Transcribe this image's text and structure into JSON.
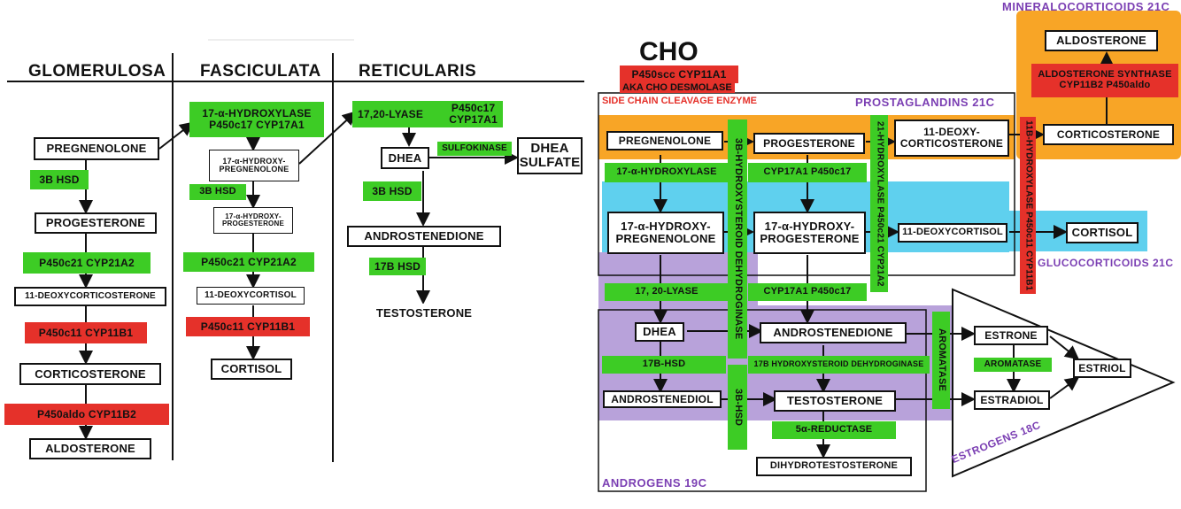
{
  "left": {
    "headers": [
      "GLOMERULOSA",
      "FASCICULATA",
      "RETICULARIS"
    ],
    "glomerulosa": {
      "pregnenolone": "PREGNENOLONE",
      "hsd": "3B HSD",
      "progesterone": "PROGESTERONE",
      "p450c21": "P450c21   CYP21A2",
      "deoxycorticosterone": "11-DEOXYCORTICOSTERONE",
      "p450c11": "P450c11   CYP11B1",
      "corticosterone": "CORTICOSTERONE",
      "p450aldo": "P450aldo   CYP11B2",
      "aldosterone": "ALDOSTERONE"
    },
    "fasciculata": {
      "hydroxylase": "17-α-HYDROXYLASE\nP450c17  CYP17A1",
      "hydroxypreg": "17-α-HYDROXY-\nPREGNENOLONE",
      "hsd": "3B HSD",
      "hydroxyprog": "17-α-HYDROXY-\nPROGESTERONE",
      "p450c21": "P450c21  CYP21A2",
      "deoxycortisol": "11-DEOXYCORTISOL",
      "p450c11": "P450c11   CYP11B1",
      "cortisol": "CORTISOL"
    },
    "reticularis": {
      "lyase": "17,20-LYASE",
      "lyase_enzyme": "P450c17\nCYP17A1",
      "dhea": "DHEA",
      "sulfokinase": "SULFOKINASE",
      "dhea_sulfate": "DHEA\nSULFATE",
      "hsd": "3B HSD",
      "androstenedione": "ANDROSTENEDIONE",
      "hsd17": "17B HSD",
      "testosterone": "TESTOSTERONE"
    }
  },
  "right": {
    "cho": "CHO",
    "p450scc": "P450scc  CYP11A1",
    "aka": "AKA CHO DESMOLASE",
    "scc": "SIDE CHAIN CLEAVAGE ENZYME",
    "prostaglandins": "PROSTAGLANDINS 21C",
    "mineralocorticoids": "MINERALOCORTICOIDS 21C",
    "glucocorticoids": "GLUCOCORTICOIDS 21C",
    "androgens": "ANDROGENS 19C",
    "estrogens": "ESTROGENS 18C",
    "pregnenolone": "PREGNENOLONE",
    "progesterone": "PROGESTERONE",
    "deoxycorticosterone": "11-DEOXY-\nCORTICOSTERONE",
    "corticosterone": "CORTICOSTERONE",
    "aldosterone": "ALDOSTERONE",
    "aldo_synthase": "ALDOSTERONE SYNTHASE\nCYP11B2  P450aldo",
    "hydroxylase_left": "17-α-HYDROXYLASE",
    "hydroxylase_mid": "CYP17A1   P450c17",
    "hydroxypreg": "17-α-HYDROXY-\nPREGNENOLONE",
    "hydroxyprog": "17-α-HYDROXY-\nPROGESTERONE",
    "deoxycortisol": "11-DEOXYCORTISOL",
    "cortisol": "CORTISOL",
    "hsd3b_vertical": "3B-HYDROXYSTEROID DEHYDROGINASE",
    "hydroxylase21_vertical": "21-HYDROXYLASE  P450c21  CYP21A2",
    "hydroxylase11_vertical": "11B-HYDROXYLASE P450c11 CYP11B1",
    "lyase": "17, 20-LYASE",
    "lyase_mid": "CYP17A1   P450c17",
    "dhea": "DHEA",
    "androstenedione": "ANDROSTENEDIONE",
    "hsd17_left": "17B-HSD",
    "hsd17_mid": "17B HYDROXYSTEROID DEHYDROGINASE",
    "hsd3b_small": "3B-HSD",
    "androstenediol": "ANDROSTENEDIOL",
    "testosterone": "TESTOSTERONE",
    "reductase": "5α-REDUCTASE",
    "dht": "DIHYDROTESTOSTERONE",
    "aromatase_vertical": "AROMATASE",
    "estrone": "ESTRONE",
    "aromatase": "AROMATASE",
    "estradiol": "ESTRADIOL",
    "estriol": "ESTRIOL"
  },
  "colors": {
    "green": "#3dcc25",
    "red": "#e5312a",
    "orange": "#f8a526",
    "blue": "#5fd0ee",
    "purple": "#b8a2da",
    "purple_text": "#7b3fb3"
  }
}
